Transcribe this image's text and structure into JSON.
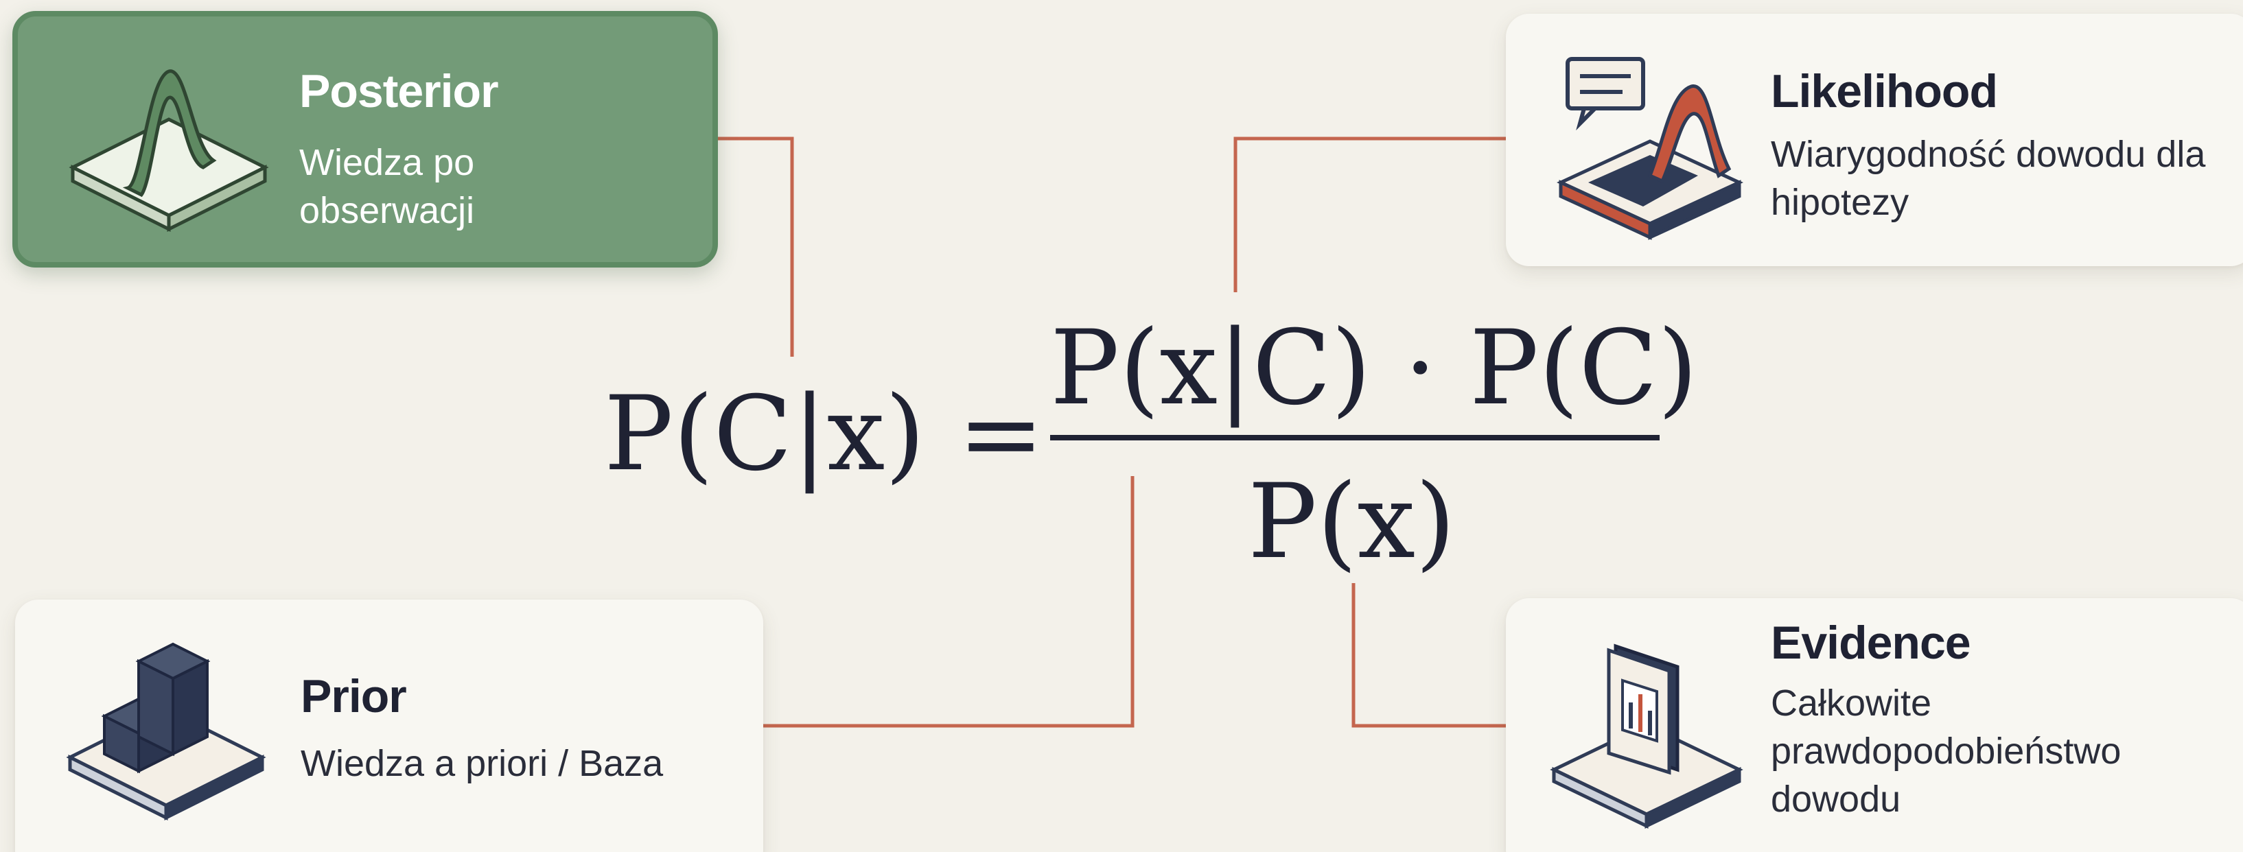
{
  "formula": {
    "lhs": "P(C|x) =",
    "numerator": "P(x|C) · P(C)",
    "denominator": "P(x)"
  },
  "cards": {
    "posterior": {
      "title": "Posterior",
      "description": "Wiedza po obserwacji",
      "icon": "bell-curve-platform-icon"
    },
    "likelihood": {
      "title": "Likelihood",
      "description": "Wiarygodność dowodu dla hipotezy",
      "icon": "speech-bubble-curve-icon"
    },
    "prior": {
      "title": "Prior",
      "description": "Wiedza a priori / Baza",
      "icon": "stacked-blocks-icon"
    },
    "evidence": {
      "title": "Evidence",
      "description": "Całkowite prawdopodobieństwo dowodu",
      "icon": "document-chart-icon"
    }
  },
  "colors": {
    "background": "#f3f1ea",
    "posterior_fill": "#739b78",
    "connector": "#c4664f",
    "text_dark": "#1f2233",
    "navy": "#2f3b56",
    "accent_red": "#c4553d"
  }
}
